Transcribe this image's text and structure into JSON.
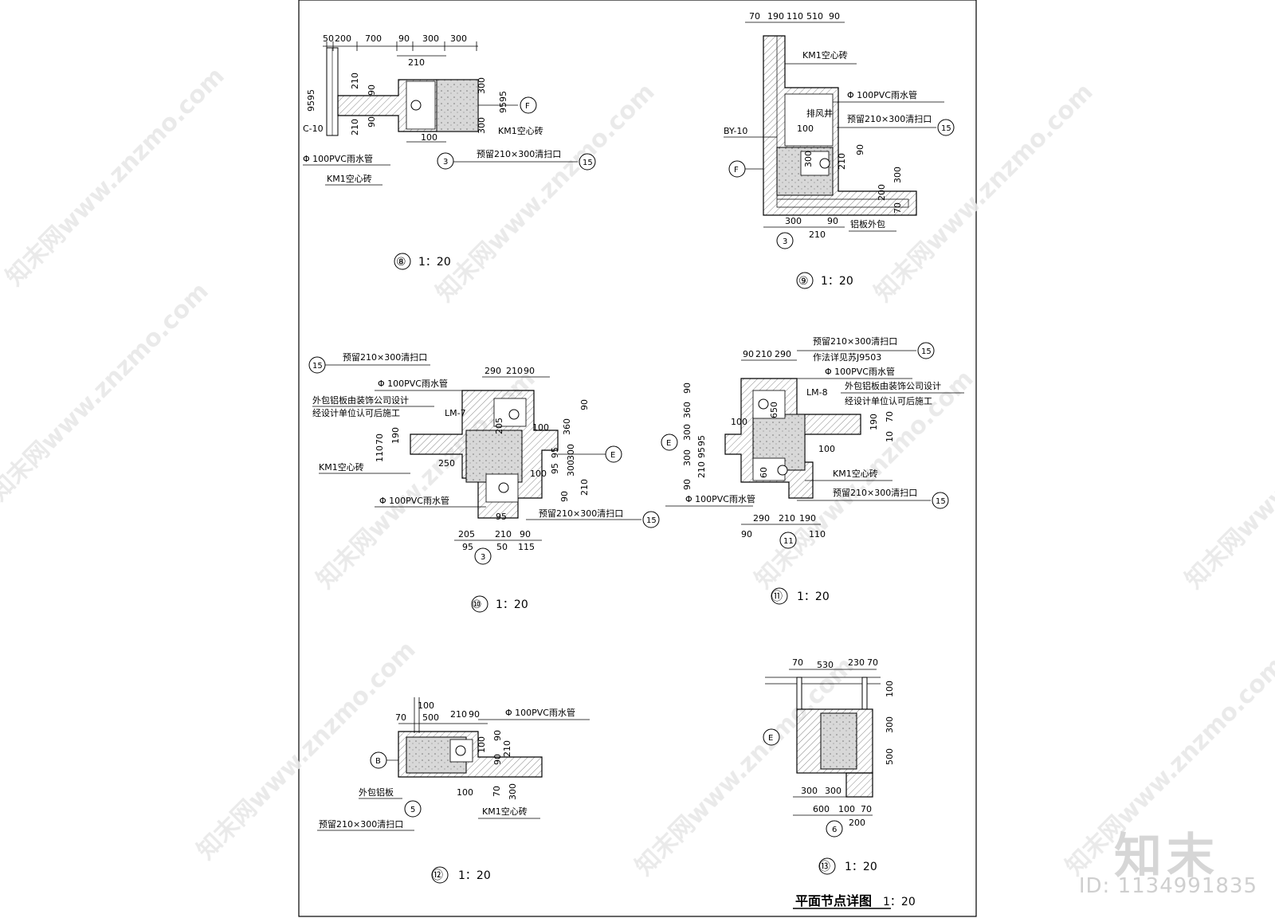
{
  "sheet": {
    "title": "平面节点详图",
    "scale": "1：20",
    "watermark": "知末网www.znzmo.com",
    "brand": "知末",
    "id_text": "ID: 1134991835"
  },
  "details": {
    "d8": {
      "label": "⑧",
      "scale": "1：20",
      "dims_top": [
        "50",
        "200",
        "700",
        "90",
        "300",
        "300"
      ],
      "dim_mid": "210",
      "dims_left": [
        "210",
        "90",
        "9595",
        "90",
        "210"
      ],
      "dims_right": [
        "300",
        "9595",
        "300"
      ],
      "dim_bottom": "100",
      "notes": [
        "C-10",
        "Φ  100PVC雨水管",
        "KM1空心砖",
        "KM1空心砖",
        "预留210×300清扫口"
      ],
      "axis_F": "F",
      "axis_3": "3",
      "ref_15": "15"
    },
    "d9": {
      "label": "⑨",
      "scale": "1：20",
      "dims_top": [
        "70",
        "190",
        "110",
        "510",
        "90"
      ],
      "notes": [
        "KM1空心砖",
        "Φ  100PVC雨水管",
        "排风井",
        "预留210×300清扫口",
        "BY-10",
        "铝板外包"
      ],
      "dims_inner": [
        "100",
        "300",
        "90",
        "210"
      ],
      "dims_right": [
        "300",
        "200",
        "70"
      ],
      "dims_bottom": [
        "300",
        "90",
        "210"
      ],
      "axis_F": "F",
      "axis_3": "3",
      "ref_15": "15"
    },
    "d10": {
      "label": "⑩",
      "scale": "1：20",
      "notes": [
        "预留210×300清扫口",
        "Φ  100PVC雨水管",
        "外包铝板由装饰公司设计",
        "经设计单位认可后施工",
        "LM-7",
        "KM1空心砖",
        "Φ  100PVC雨水管",
        "预留210×300清扫口"
      ],
      "dims_top": [
        "290",
        "210",
        "90"
      ],
      "dims_inner": [
        "205",
        "100",
        "250",
        "100",
        "95"
      ],
      "dims_left": [
        "110",
        "70",
        "190"
      ],
      "dims_right": [
        "90",
        "360",
        "95",
        "300",
        "95",
        "300",
        "210",
        "90"
      ],
      "dims_bottom": [
        "205",
        "210",
        "90",
        "95",
        "50",
        "115"
      ],
      "axis_E": "E",
      "axis_3": "3",
      "ref_15a": "15",
      "ref_15b": "15"
    },
    "d11": {
      "label": "⑪",
      "scale": "1：20",
      "notes": [
        "预留210×300清扫口",
        "作法详见苏J9503",
        "Φ  100PVC雨水管",
        "LM-8",
        "外包铝板由装饰公司设计",
        "经设计单位认可后施工",
        "KM1空心砖",
        "预留210×300清扫口",
        "Φ  100PVC雨水管"
      ],
      "dims_top": [
        "90",
        "210",
        "290"
      ],
      "dims_left": [
        "90",
        "360",
        "300",
        "95",
        "95",
        "300",
        "210",
        "90"
      ],
      "dims_inner": [
        "650",
        "100",
        "100",
        "60"
      ],
      "dims_right": [
        "190",
        "70",
        "10"
      ],
      "dims_bottom": [
        "290",
        "210",
        "190",
        "90",
        "110"
      ],
      "axis_E": "E",
      "axis_11": "11",
      "ref_15a": "15",
      "ref_15b": "15"
    },
    "d12": {
      "label": "⑫",
      "scale": "1：20",
      "dims_top": [
        "70",
        "100",
        "500",
        "210",
        "90"
      ],
      "notes": [
        "Φ  100PVC雨水管",
        "外包铝板",
        "预留210×300清扫口",
        "KM1空心砖"
      ],
      "dims_right": [
        "90",
        "100",
        "210",
        "90"
      ],
      "dims_bottom": [
        "100",
        "70",
        "300"
      ],
      "axis_B": "B",
      "axis_5": "5"
    },
    "d13": {
      "label": "⑬",
      "scale": "1：20",
      "dims_top": [
        "70",
        "530",
        "230",
        "70"
      ],
      "dims_right": [
        "100",
        "300",
        "500"
      ],
      "dims_bottom": [
        "300",
        "300",
        "600",
        "100",
        "70",
        "200"
      ],
      "axis_E": "E",
      "axis_6": "6"
    }
  }
}
